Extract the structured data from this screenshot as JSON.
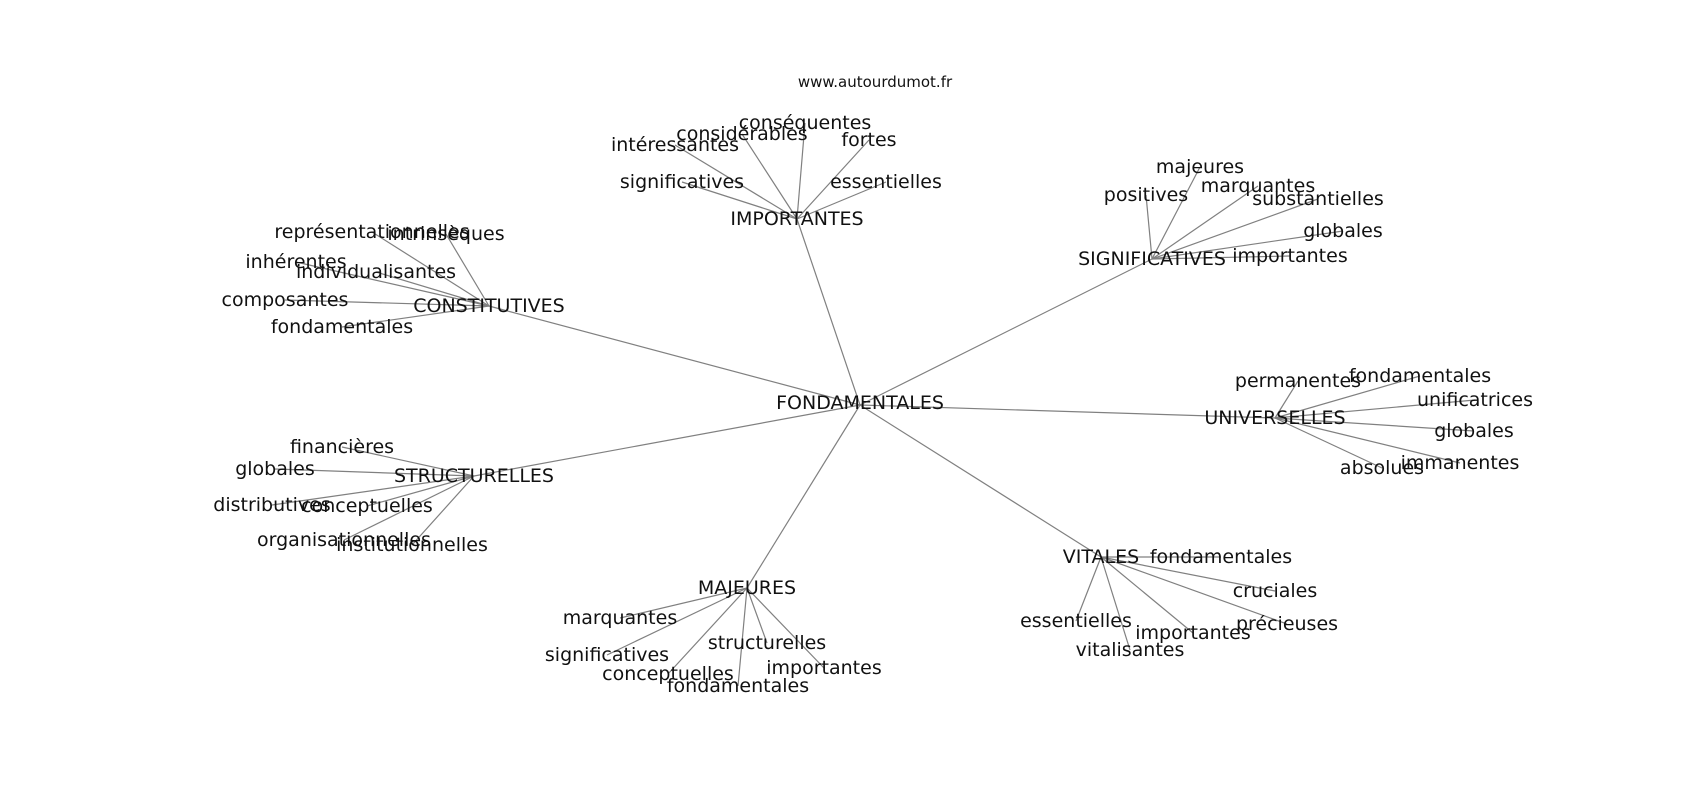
{
  "site": "www.autourdumot.fr",
  "root": "FONDAMENTALES",
  "groups": [
    {
      "id": "importantes",
      "label": "IMPORTANTES",
      "children": [
        "conséquentes",
        "considérables",
        "intéressantes",
        "fortes",
        "significatives",
        "essentielles"
      ]
    },
    {
      "id": "significatives",
      "label": "SIGNIFICATIVES",
      "children": [
        "majeures",
        "marquantes",
        "positives",
        "substantielles",
        "globales",
        "importantes"
      ]
    },
    {
      "id": "constitutives",
      "label": "CONSTITUTIVES",
      "children": [
        "représentationnelles",
        "intrinsèques",
        "inhérentes",
        "individualisantes",
        "composantes",
        "fondamentales"
      ]
    },
    {
      "id": "universelles",
      "label": "UNIVERSELLES",
      "children": [
        "permanentes",
        "fondamentales",
        "unificatrices",
        "globales",
        "immanentes",
        "absolues"
      ]
    },
    {
      "id": "structurelles",
      "label": "STRUCTURELLES",
      "children": [
        "financières",
        "globales",
        "distributives",
        "conceptuelles",
        "organisationnelles",
        "institutionnelles"
      ]
    },
    {
      "id": "vitales",
      "label": "VITALES",
      "children": [
        "fondamentales",
        "cruciales",
        "essentielles",
        "précieuses",
        "importantes",
        "vitalisantes"
      ]
    },
    {
      "id": "majeures",
      "label": "MAJEURES",
      "children": [
        "marquantes",
        "structurelles",
        "significatives",
        "importantes",
        "conceptuelles",
        "fondamentales"
      ]
    }
  ]
}
